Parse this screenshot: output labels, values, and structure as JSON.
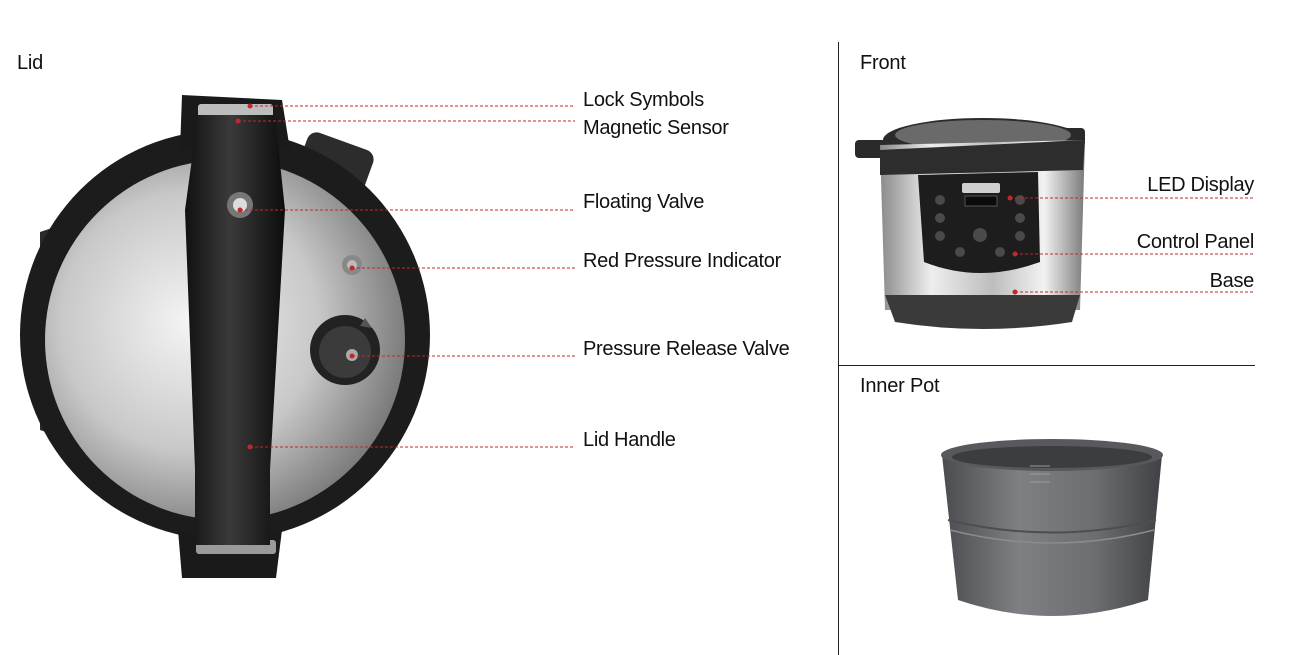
{
  "sections": {
    "lid": "Lid",
    "front": "Front",
    "inner_pot": "Inner Pot"
  },
  "lid_labels": {
    "lock_symbols": "Lock Symbols",
    "magnetic_sensor": "Magnetic Sensor",
    "floating_valve": "Floating Valve",
    "red_pressure_indicator": "Red Pressure Indicator",
    "pressure_release_valve": "Pressure Release Valve",
    "lid_handle": "Lid Handle"
  },
  "front_labels": {
    "led_display": "LED Display",
    "control_panel": "Control Panel",
    "base": "Base"
  },
  "colors": {
    "leader_line": "#c0282d",
    "lid_rim": "#1e1e1e",
    "steel": "#c9c9c9",
    "pot_gray": "#6a6c6f"
  }
}
